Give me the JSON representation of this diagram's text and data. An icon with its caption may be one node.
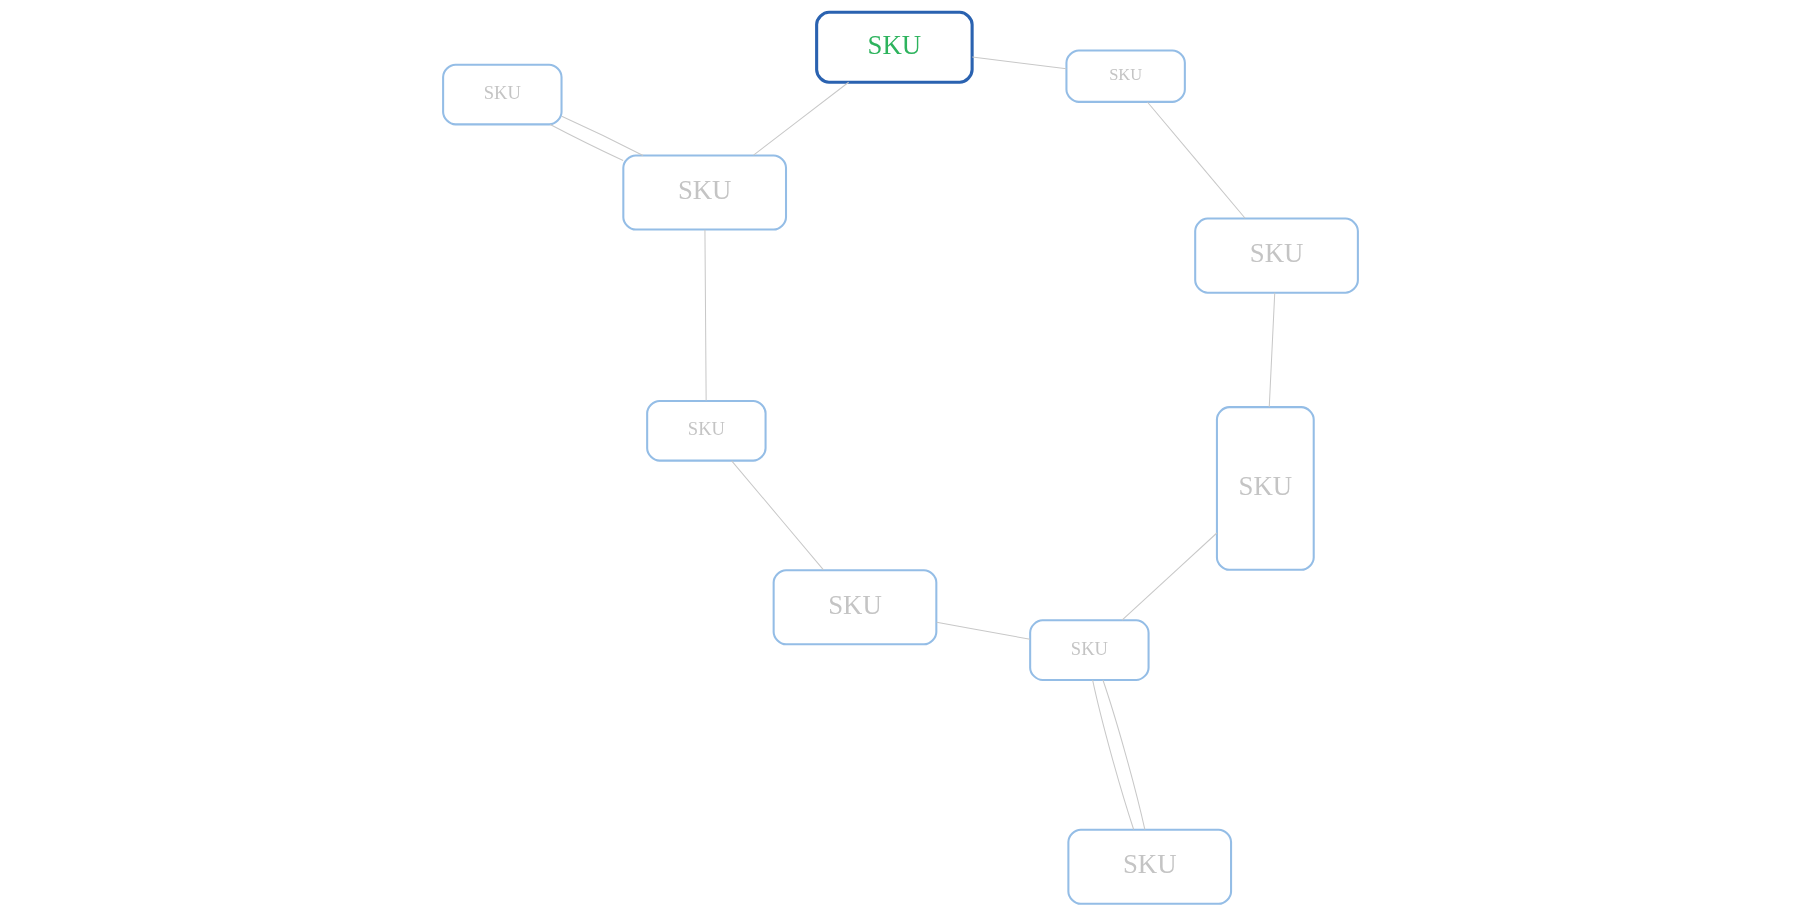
{
  "diagram": {
    "nodes": [
      {
        "text": [
          "SKU"
        ]
      },
      {
        "text": [
          "SKU"
        ]
      },
      {
        "text": [
          "SKU"
        ]
      },
      {
        "text": [
          "SKU"
        ]
      },
      {
        "text": [
          "SKU"
        ]
      },
      {
        "text": [
          "SKU"
        ]
      },
      {
        "text": [
          "SKU"
        ]
      },
      {
        "text": [
          "SKU"
        ]
      },
      {
        "text": [
          "SKU"
        ]
      },
      {
        "text": [
          "SKU"
        ]
      }
    ],
    "edges": [
      {
        "from": 0,
        "to": 3,
        "arrow": "none"
      },
      {
        "from": 0,
        "to": 3,
        "arrow": "none"
      },
      {
        "from": 3,
        "to": 5,
        "arrow": "none"
      },
      {
        "from": 3,
        "to": 6,
        "arrow": "none"
      },
      {
        "from": 1,
        "to": 6,
        "arrow": "none"
      },
      {
        "from": 1,
        "to": 9,
        "arrow": "none"
      },
      {
        "from": 2,
        "to": 5,
        "arrow": "none"
      },
      {
        "from": 2,
        "to": 4,
        "arrow": "none"
      },
      {
        "from": 4,
        "to": 7,
        "arrow": "none"
      },
      {
        "from": 8,
        "to": 9,
        "arrow": "none"
      },
      {
        "from": 8,
        "to": 9,
        "arrow": "none"
      },
      {
        "from": 9,
        "to": 7,
        "arrow": "none"
      }
    ]
  }
}
